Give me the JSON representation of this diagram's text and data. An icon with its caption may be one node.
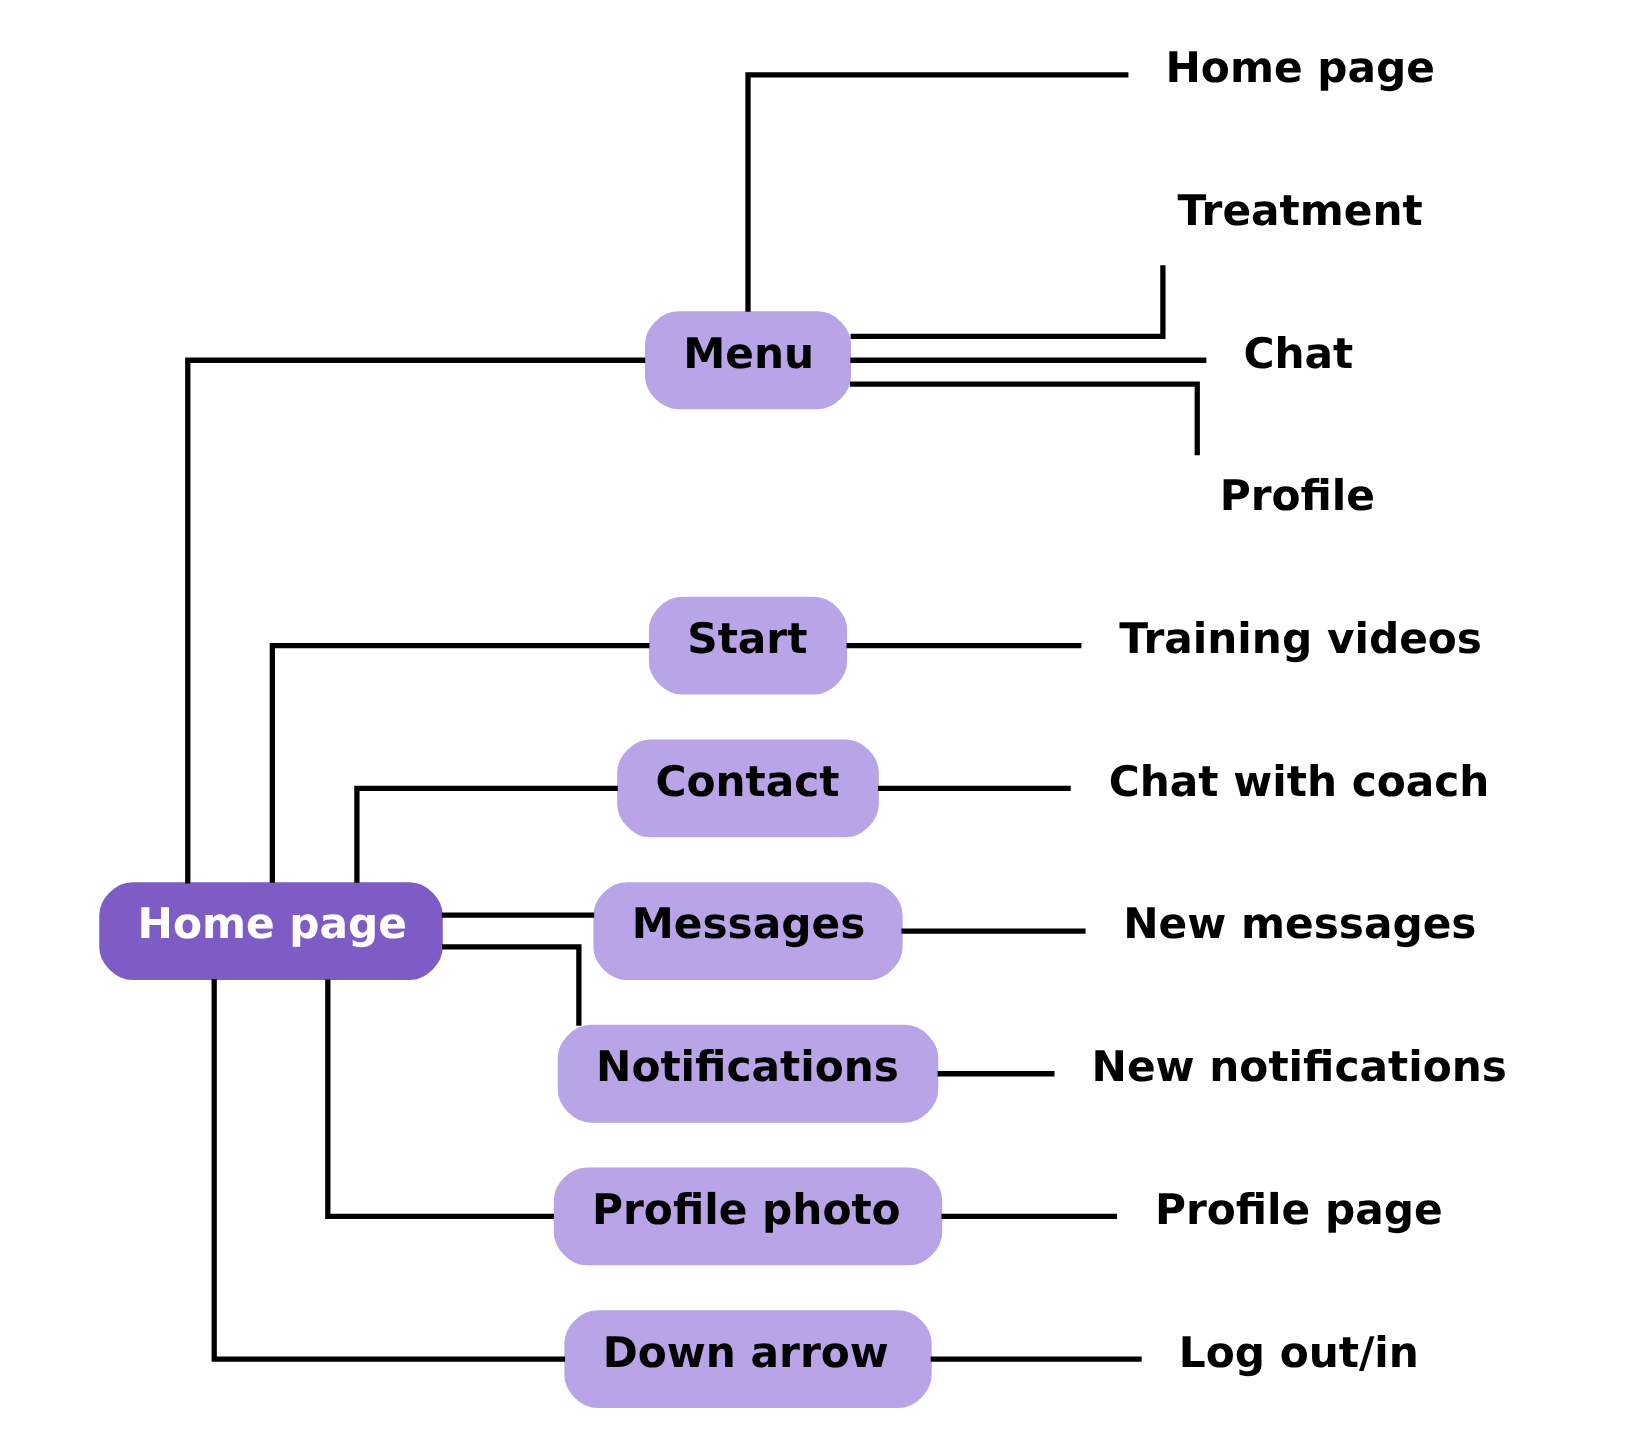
{
  "diagram": {
    "nodes": [
      {
        "text": [
          "Home page"
        ]
      },
      {
        "text": [
          "Menu"
        ]
      },
      {
        "text": [
          "Start"
        ]
      },
      {
        "text": [
          "Contact"
        ]
      },
      {
        "text": [
          "Messages"
        ]
      },
      {
        "text": [
          "Notifications"
        ]
      },
      {
        "text": [
          "Profile photo"
        ]
      },
      {
        "text": [
          "Down arrow"
        ]
      },
      {
        "text": [
          "Home page"
        ]
      },
      {
        "text": [
          "Treatment"
        ]
      },
      {
        "text": [
          "Chat"
        ]
      },
      {
        "text": [
          "Profile"
        ]
      },
      {
        "text": [
          "Training videos"
        ]
      },
      {
        "text": [
          "Chat with coach"
        ]
      },
      {
        "text": [
          "New messages"
        ]
      },
      {
        "text": [
          "New notifications"
        ]
      },
      {
        "text": [
          "Profile page"
        ]
      },
      {
        "text": [
          "Log out/in"
        ]
      }
    ],
    "edges": [
      {
        "from": 0,
        "to": 1,
        "arrow": "none"
      },
      {
        "from": 0,
        "to": 2,
        "arrow": "none"
      },
      {
        "from": 0,
        "to": 3,
        "arrow": "none"
      },
      {
        "from": 0,
        "to": 4,
        "arrow": "none"
      },
      {
        "from": 0,
        "to": 5,
        "arrow": "none"
      },
      {
        "from": 0,
        "to": 6,
        "arrow": "none"
      },
      {
        "from": 0,
        "to": 7,
        "arrow": "none"
      },
      {
        "from": 1,
        "to": 8,
        "arrow": "none"
      },
      {
        "from": 1,
        "to": 9,
        "arrow": "none"
      },
      {
        "from": 1,
        "to": 10,
        "arrow": "none"
      },
      {
        "from": 1,
        "to": 11,
        "arrow": "none"
      },
      {
        "from": 2,
        "to": 12,
        "arrow": "none"
      },
      {
        "from": 3,
        "to": 13,
        "arrow": "none"
      },
      {
        "from": 4,
        "to": 14,
        "arrow": "none"
      },
      {
        "from": 5,
        "to": 15,
        "arrow": "none"
      },
      {
        "from": 6,
        "to": 16,
        "arrow": "none"
      },
      {
        "from": 7,
        "to": 17,
        "arrow": "none"
      }
    ]
  }
}
